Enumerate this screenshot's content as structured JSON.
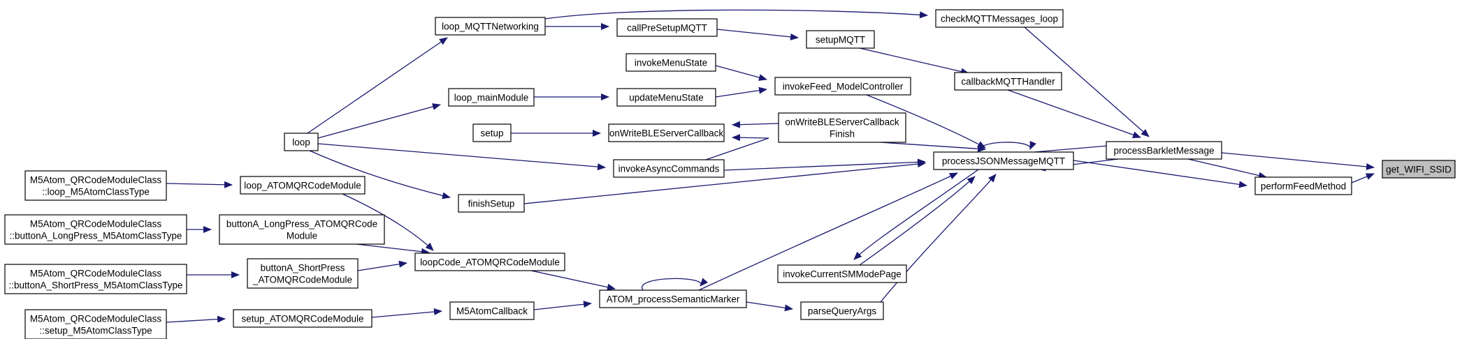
{
  "diagram": {
    "type": "call-graph",
    "colors": {
      "edge": "#191970",
      "node_fill": "#ffffff",
      "node_border": "#000000",
      "highlight_fill": "#bfbfbf"
    },
    "nodes": [
      {
        "id": "get_WIFI_SSID",
        "lines": [
          "get_WIFI_SSID"
        ],
        "highlight": true
      },
      {
        "id": "processBarkletMessage",
        "lines": [
          "processBarkletMessage"
        ]
      },
      {
        "id": "performFeedMethod",
        "lines": [
          "performFeedMethod"
        ]
      },
      {
        "id": "checkMQTTMessages_loop",
        "lines": [
          "checkMQTTMessages_loop"
        ]
      },
      {
        "id": "callbackMQTTHandler",
        "lines": [
          "callbackMQTTHandler"
        ]
      },
      {
        "id": "processJSONMessageMQTT",
        "lines": [
          "processJSONMessageMQTT"
        ]
      },
      {
        "id": "loop_MQTTNetworking",
        "lines": [
          "loop_MQTTNetworking"
        ]
      },
      {
        "id": "callPreSetupMQTT",
        "lines": [
          "callPreSetupMQTT"
        ]
      },
      {
        "id": "setupMQTT",
        "lines": [
          "setupMQTT"
        ]
      },
      {
        "id": "invokeMenuState",
        "lines": [
          "invokeMenuState"
        ]
      },
      {
        "id": "invokeFeed_ModelController",
        "lines": [
          "invokeFeed_ModelController"
        ]
      },
      {
        "id": "loop_mainModule",
        "lines": [
          "loop_mainModule"
        ]
      },
      {
        "id": "updateMenuState",
        "lines": [
          "updateMenuState"
        ]
      },
      {
        "id": "setup",
        "lines": [
          "setup"
        ]
      },
      {
        "id": "onWriteBLEServerCallback",
        "lines": [
          "onWriteBLEServerCallback"
        ]
      },
      {
        "id": "onWriteBLEServerCallbackFinish",
        "lines": [
          "onWriteBLEServerCallback",
          "Finish"
        ]
      },
      {
        "id": "loop",
        "lines": [
          "loop"
        ]
      },
      {
        "id": "invokeAsyncCommands",
        "lines": [
          "invokeAsyncCommands"
        ]
      },
      {
        "id": "finishSetup",
        "lines": [
          "finishSetup"
        ]
      },
      {
        "id": "QR_loop",
        "lines": [
          "M5Atom_QRCodeModuleClass",
          "::loop_M5AtomClassType"
        ]
      },
      {
        "id": "loop_ATOMQRCodeModule",
        "lines": [
          "loop_ATOMQRCodeModule"
        ]
      },
      {
        "id": "QR_longpress",
        "lines": [
          "M5Atom_QRCodeModuleClass",
          "::buttonA_LongPress_M5AtomClassType"
        ]
      },
      {
        "id": "buttonA_LongPress_ATOMQRCodeModule",
        "lines": [
          "buttonA_LongPress_ATOMQRCode",
          "Module"
        ]
      },
      {
        "id": "QR_shortpress",
        "lines": [
          "M5Atom_QRCodeModuleClass",
          "::buttonA_ShortPress_M5AtomClassType"
        ]
      },
      {
        "id": "buttonA_ShortPress_ATOMQRCodeModule",
        "lines": [
          "buttonA_ShortPress",
          "_ATOMQRCodeModule"
        ]
      },
      {
        "id": "loopCode_ATOMQRCodeModule",
        "lines": [
          "loopCode_ATOMQRCodeModule"
        ]
      },
      {
        "id": "invokeCurrentSMModePage",
        "lines": [
          "invokeCurrentSMModePage"
        ]
      },
      {
        "id": "QR_setup",
        "lines": [
          "M5Atom_QRCodeModuleClass",
          "::setup_M5AtomClassType"
        ]
      },
      {
        "id": "setup_ATOMQRCodeModule",
        "lines": [
          "setup_ATOMQRCodeModule"
        ]
      },
      {
        "id": "M5AtomCallback",
        "lines": [
          "M5AtomCallback"
        ]
      },
      {
        "id": "ATOM_processSemanticMarker",
        "lines": [
          "ATOM_processSemanticMarker"
        ]
      },
      {
        "id": "parseQueryArgs",
        "lines": [
          "parseQueryArgs"
        ]
      }
    ],
    "edges": [
      {
        "from": "processBarkletMessage",
        "to": "get_WIFI_SSID"
      },
      {
        "from": "performFeedMethod",
        "to": "get_WIFI_SSID"
      },
      {
        "from": "checkMQTTMessages_loop",
        "to": "processBarkletMessage"
      },
      {
        "from": "callbackMQTTHandler",
        "to": "processBarkletMessage"
      },
      {
        "from": "processJSONMessageMQTT",
        "to": "processBarkletMessage"
      },
      {
        "from": "processBarkletMessage",
        "to": "processJSONMessageMQTT"
      },
      {
        "from": "processBarkletMessage",
        "to": "performFeedMethod"
      },
      {
        "from": "processJSONMessageMQTT",
        "to": "performFeedMethod"
      },
      {
        "from": "loop_MQTTNetworking",
        "to": "checkMQTTMessages_loop"
      },
      {
        "from": "loop_MQTTNetworking",
        "to": "callPreSetupMQTT"
      },
      {
        "from": "callPreSetupMQTT",
        "to": "setupMQTT"
      },
      {
        "from": "setupMQTT",
        "to": "callbackMQTTHandler"
      },
      {
        "from": "invokeMenuState",
        "to": "invokeFeed_ModelController"
      },
      {
        "from": "updateMenuState",
        "to": "invokeFeed_ModelController"
      },
      {
        "from": "loop_mainModule",
        "to": "updateMenuState"
      },
      {
        "from": "invokeFeed_ModelController",
        "to": "processJSONMessageMQTT"
      },
      {
        "from": "setup",
        "to": "onWriteBLEServerCallback"
      },
      {
        "from": "onWriteBLEServerCallbackFinish",
        "to": "onWriteBLEServerCallback"
      },
      {
        "from": "invokeAsyncCommands",
        "to": "onWriteBLEServerCallback"
      },
      {
        "from": "onWriteBLEServerCallbackFinish",
        "to": "processJSONMessageMQTT"
      },
      {
        "from": "loop",
        "to": "loop_MQTTNetworking"
      },
      {
        "from": "loop",
        "to": "loop_mainModule"
      },
      {
        "from": "loop",
        "to": "invokeAsyncCommands"
      },
      {
        "from": "loop",
        "to": "finishSetup"
      },
      {
        "from": "invokeAsyncCommands",
        "to": "processJSONMessageMQTT"
      },
      {
        "from": "finishSetup",
        "to": "processJSONMessageMQTT"
      },
      {
        "from": "processJSONMessageMQTT",
        "to": "processJSONMessageMQTT"
      },
      {
        "from": "QR_loop",
        "to": "loop_ATOMQRCodeModule"
      },
      {
        "from": "QR_longpress",
        "to": "buttonA_LongPress_ATOMQRCodeModule"
      },
      {
        "from": "QR_shortpress",
        "to": "buttonA_ShortPress_ATOMQRCodeModule"
      },
      {
        "from": "loop_ATOMQRCodeModule",
        "to": "loopCode_ATOMQRCodeModule"
      },
      {
        "from": "buttonA_LongPress_ATOMQRCodeModule",
        "to": "loopCode_ATOMQRCodeModule"
      },
      {
        "from": "buttonA_ShortPress_ATOMQRCodeModule",
        "to": "loopCode_ATOMQRCodeModule"
      },
      {
        "from": "loopCode_ATOMQRCodeModule",
        "to": "ATOM_processSemanticMarker"
      },
      {
        "from": "QR_setup",
        "to": "setup_ATOMQRCodeModule"
      },
      {
        "from": "setup_ATOMQRCodeModule",
        "to": "M5AtomCallback"
      },
      {
        "from": "M5AtomCallback",
        "to": "ATOM_processSemanticMarker"
      },
      {
        "from": "ATOM_processSemanticMarker",
        "to": "ATOM_processSemanticMarker"
      },
      {
        "from": "ATOM_processSemanticMarker",
        "to": "processJSONMessageMQTT"
      },
      {
        "from": "ATOM_processSemanticMarker",
        "to": "parseQueryArgs"
      },
      {
        "from": "parseQueryArgs",
        "to": "processJSONMessageMQTT"
      },
      {
        "from": "processJSONMessageMQTT",
        "to": "invokeCurrentSMModePage"
      },
      {
        "from": "invokeCurrentSMModePage",
        "to": "processJSONMessageMQTT"
      }
    ]
  }
}
